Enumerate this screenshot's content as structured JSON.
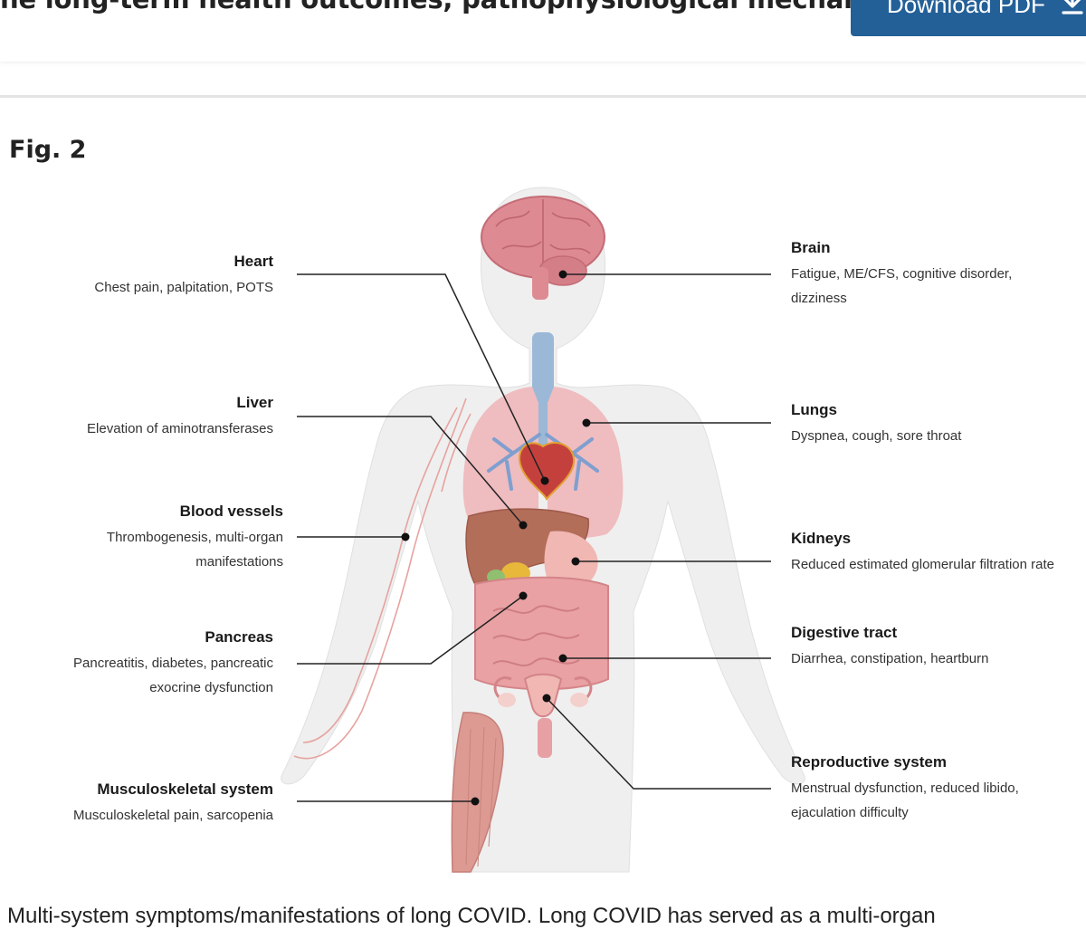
{
  "header": {
    "title": "he long-term health outcomes, pathophysiological mechanisms...",
    "download_label": "Download PDF",
    "download_icon": "download-icon"
  },
  "figure": {
    "label": "Fig. 2",
    "left_annotations": [
      {
        "title": "Heart",
        "desc": "Chest pain, palpitation, POTS"
      },
      {
        "title": "Liver",
        "desc": "Elevation of aminotransferases"
      },
      {
        "title": "Blood vessels",
        "desc": "Thrombogenesis, multi-organ manifestations"
      },
      {
        "title": "Pancreas",
        "desc": "Pancreatitis, diabetes, pancreatic exocrine dysfunction"
      },
      {
        "title": "Musculoskeletal system",
        "desc": "Musculoskeletal pain, sarcopenia"
      }
    ],
    "right_annotations": [
      {
        "title": "Brain",
        "desc": "Fatigue, ME/CFS, cognitive disorder, dizziness"
      },
      {
        "title": "Lungs",
        "desc": "Dyspnea, cough, sore throat"
      },
      {
        "title": "Kidneys",
        "desc": "Reduced estimated glomerular filtration rate"
      },
      {
        "title": "Digestive tract",
        "desc": "Diarrhea, constipation, heartburn"
      },
      {
        "title": "Reproductive system",
        "desc": "Menstrual dysfunction, reduced libido, ejaculation difficulty"
      }
    ]
  },
  "caption": "Multi-system symptoms/manifestations of long COVID. Long COVID has served as a multi-organ"
}
